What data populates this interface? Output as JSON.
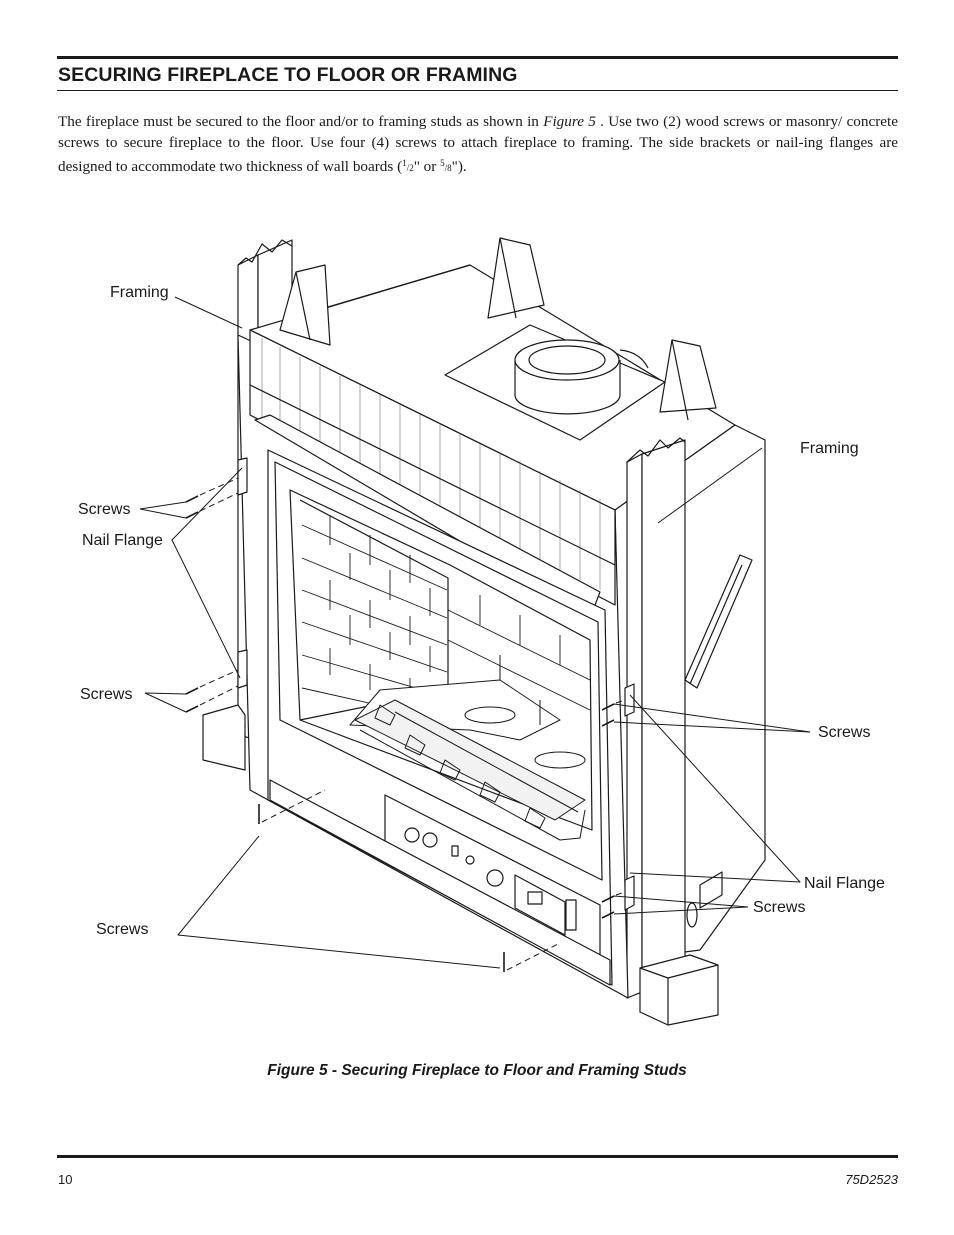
{
  "section_title": "SECURING FIREPLACE TO FLOOR OR FRAMING",
  "intro": {
    "part1": "The fireplace must be secured to the floor and/or to framing studs as shown in ",
    "figure_ref": "Figure 5",
    "part2": " . Use two (2) wood screws or masonry/ concrete screws to secure fireplace to the floor. Use four (4) screws to attach fireplace to framing. The side brackets or nail-ing flanges are designed to accommodate two thickness of wall boards (",
    "frac1_num": "1",
    "frac1_den": "2",
    "between": "\" or ",
    "frac2_num": "5",
    "frac2_den": "8",
    "end": "\")."
  },
  "figure": {
    "labels": {
      "framing_left": "Framing",
      "framing_right": "Framing",
      "screws_upper_left": "Screws",
      "nail_flange_left": "Nail Flange",
      "screws_lower_left": "Screws",
      "screws_bottom_left": "Screws",
      "screws_right_upper": "Screws",
      "nail_flange_right": "Nail Flange",
      "screws_right_lower": "Screws"
    },
    "caption": "Figure 5 - Securing Fireplace to Floor and Framing Studs"
  },
  "footer": {
    "page_number": "10",
    "doc_code": "75D2523"
  }
}
